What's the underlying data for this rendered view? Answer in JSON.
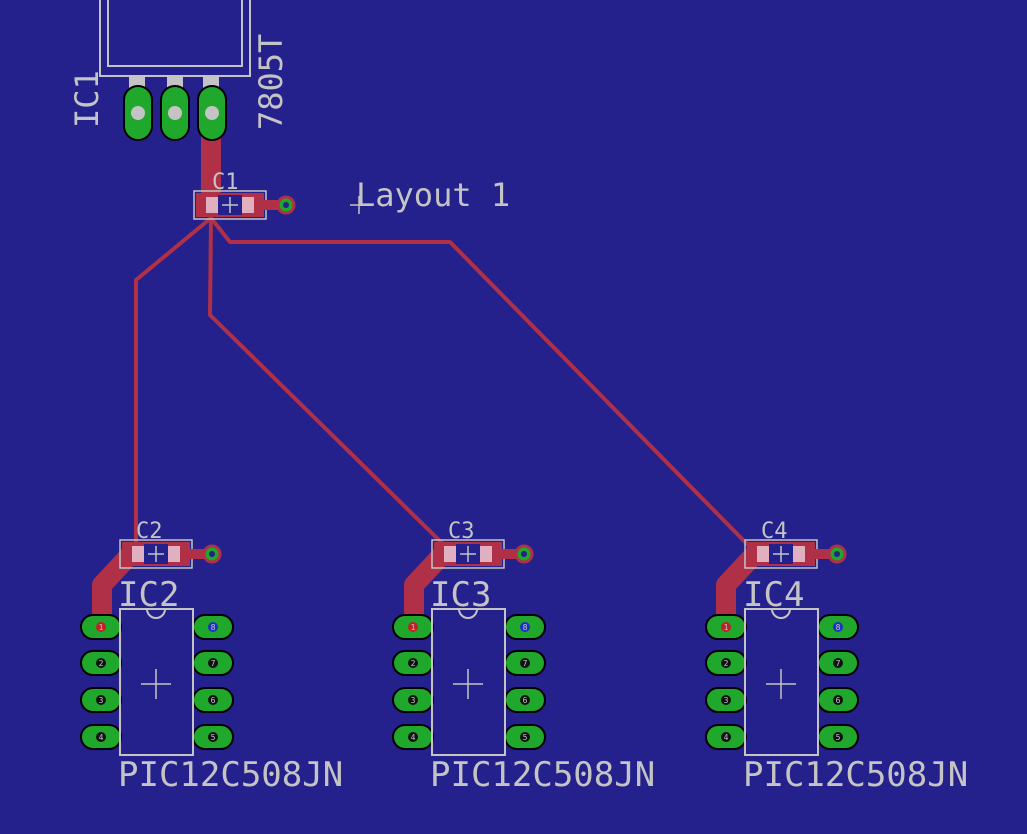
{
  "colors": {
    "background": "#24208c",
    "trace": "#b03048",
    "pad": "#1fa82b",
    "silkscreen": "#c4c4c4",
    "smd_pad": "#b03048"
  },
  "board": {
    "title": "Layout 1",
    "regulator": {
      "name": "IC1",
      "value": "7805T"
    },
    "capacitors": [
      {
        "name": "C1"
      },
      {
        "name": "C2"
      },
      {
        "name": "C3"
      },
      {
        "name": "C4"
      }
    ],
    "chips": [
      {
        "name": "IC2",
        "value": "PIC12C508JN",
        "pins_left": [
          "1",
          "2",
          "3",
          "4"
        ],
        "pins_right": [
          "8",
          "7",
          "6",
          "5"
        ]
      },
      {
        "name": "IC3",
        "value": "PIC12C508JN",
        "pins_left": [
          "1",
          "2",
          "3",
          "4"
        ],
        "pins_right": [
          "8",
          "7",
          "6",
          "5"
        ]
      },
      {
        "name": "IC4",
        "value": "PIC12C508JN",
        "pins_left": [
          "1",
          "2",
          "3",
          "4"
        ],
        "pins_right": [
          "8",
          "7",
          "6",
          "5"
        ]
      }
    ]
  }
}
